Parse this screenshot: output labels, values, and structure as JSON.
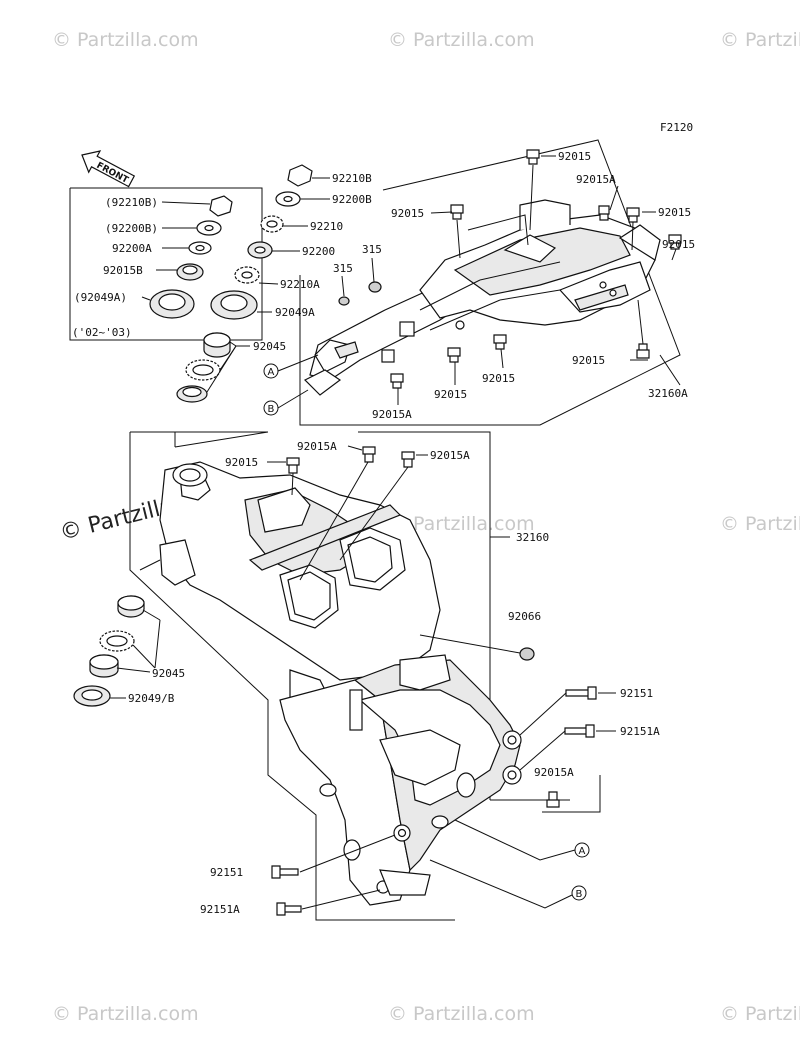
{
  "figure_code": "F2120",
  "front_label": "FRONT",
  "watermark": "© Partzilla.com",
  "inset_note": "('02~'03)",
  "callouts": [
    "A",
    "B"
  ],
  "labels": {
    "l92210B": "92210B",
    "l92200B": "92200B",
    "l92210": "92210",
    "l92200": "92200",
    "l92210A": "92210A",
    "l92049A": "92049A",
    "l315a": "315",
    "l315b": "315",
    "l92045a": "92045",
    "i92210B": "(92210B)",
    "i92200B": "(92200B)",
    "i92200A": "92200A",
    "i92015B": "92015B",
    "i92049A": "(92049A)",
    "s92015top": "92015",
    "s92015A1": "92015A",
    "s92015L": "92015",
    "s92015R": "92015",
    "s92015far": "92015",
    "s92015bot": "92015",
    "s92015c1": "92015",
    "s92015c2": "92015",
    "s92015A2": "92015A",
    "s32160A": "32160A",
    "m92015": "92015",
    "m92015A1": "92015A",
    "m92015A2": "92015A",
    "m32160": "32160",
    "m92066": "92066",
    "m92045": "92045",
    "m92049B": "92049/B",
    "m92151r": "92151",
    "m92151Ar": "92151A",
    "m92015A3": "92015A",
    "m92151l": "92151",
    "m92151Al": "92151A"
  }
}
